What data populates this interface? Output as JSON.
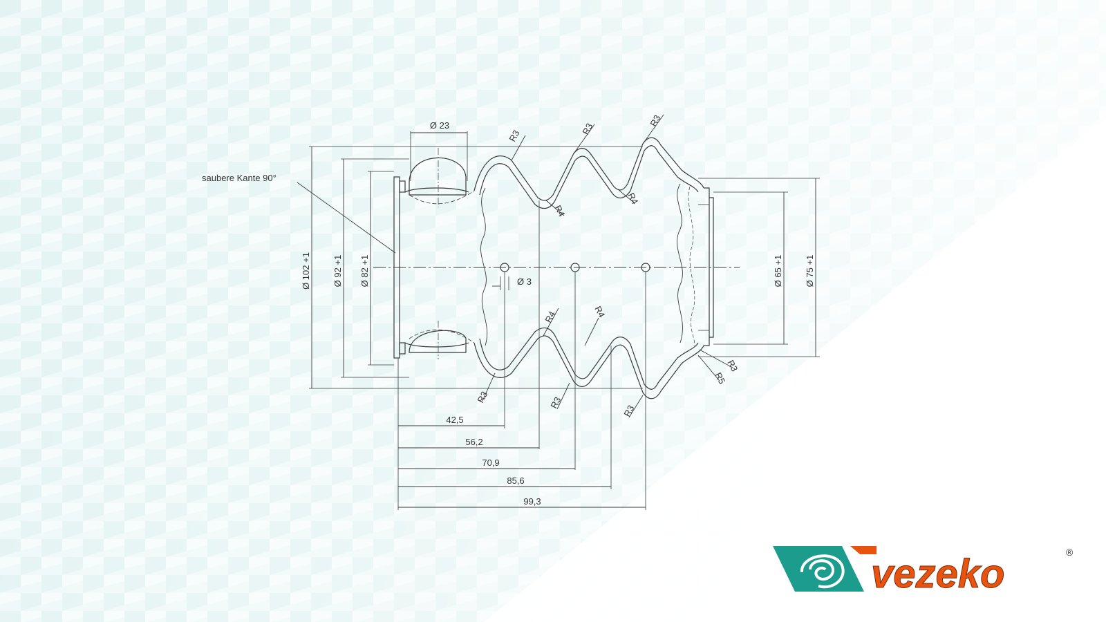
{
  "drawing": {
    "note": "saubere Kante 90°",
    "diameters": {
      "d102": "102 +1",
      "d92": "92 +1",
      "d82": "82 +1",
      "d65": "65 +1",
      "d75": "75 +1",
      "d23": "23",
      "d3": "3"
    },
    "radii": {
      "r3": "R3",
      "r4": "R4",
      "r5": "R5"
    },
    "lengths": [
      "42,5",
      "56,2",
      "70,9",
      "85,6",
      "99,3"
    ]
  },
  "logo": {
    "text": "vezeko",
    "registered": "®",
    "colors": {
      "teal": "#1c9c8c",
      "orange": "#e8540f"
    }
  }
}
